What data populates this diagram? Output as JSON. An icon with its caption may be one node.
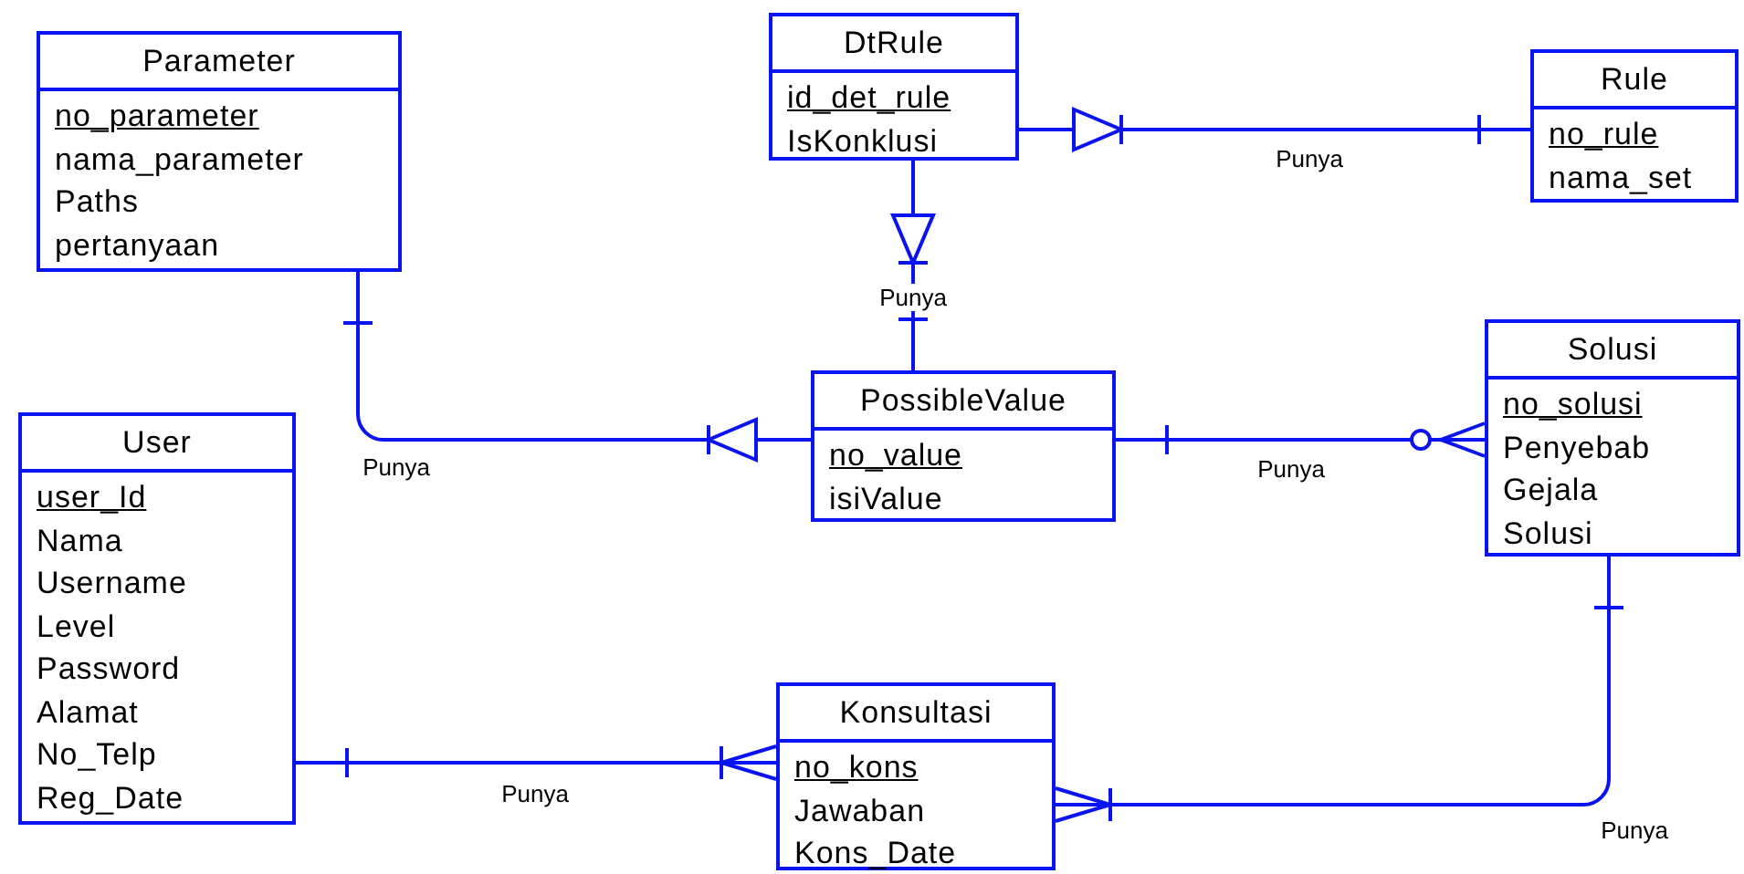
{
  "diagram": {
    "nodes": [
      {
        "text": [
          "Parameter",
          "no_parameter",
          "nama_parameter",
          "Paths",
          "pertanyaan"
        ]
      },
      {
        "text": [
          "DtRule",
          "id_det_rule",
          "IsKonklusi"
        ]
      },
      {
        "text": [
          "Rule",
          "no_rule",
          "nama_set"
        ]
      },
      {
        "text": [
          "PossibleValue",
          "no_value",
          "isiValue"
        ]
      },
      {
        "text": [
          "Solusi",
          "no_solusi",
          "Penyebab",
          "Gejala",
          "Solusi"
        ]
      },
      {
        "text": [
          "User",
          "user_Id",
          "Nama",
          "Username",
          "Level",
          "Password",
          "Alamat",
          "No_Telp",
          "Reg_Date"
        ]
      },
      {
        "text": [
          "Konsultasi",
          "no_kons",
          "Jawaban",
          "Kons_Date"
        ]
      }
    ],
    "edges": [
      {
        "from": 1,
        "to": 2,
        "arrow": "other",
        "label": "Punya"
      },
      {
        "from": 1,
        "to": 3,
        "arrow": "other",
        "label": "Punya"
      },
      {
        "from": 0,
        "to": 3,
        "arrow": "other",
        "label": "Punya"
      },
      {
        "from": 3,
        "to": 4,
        "arrow": "other",
        "label": "Punya"
      },
      {
        "from": 5,
        "to": 6,
        "arrow": "other",
        "label": "Punya"
      },
      {
        "from": 4,
        "to": 6,
        "arrow": "other",
        "label": "Punya"
      }
    ]
  }
}
